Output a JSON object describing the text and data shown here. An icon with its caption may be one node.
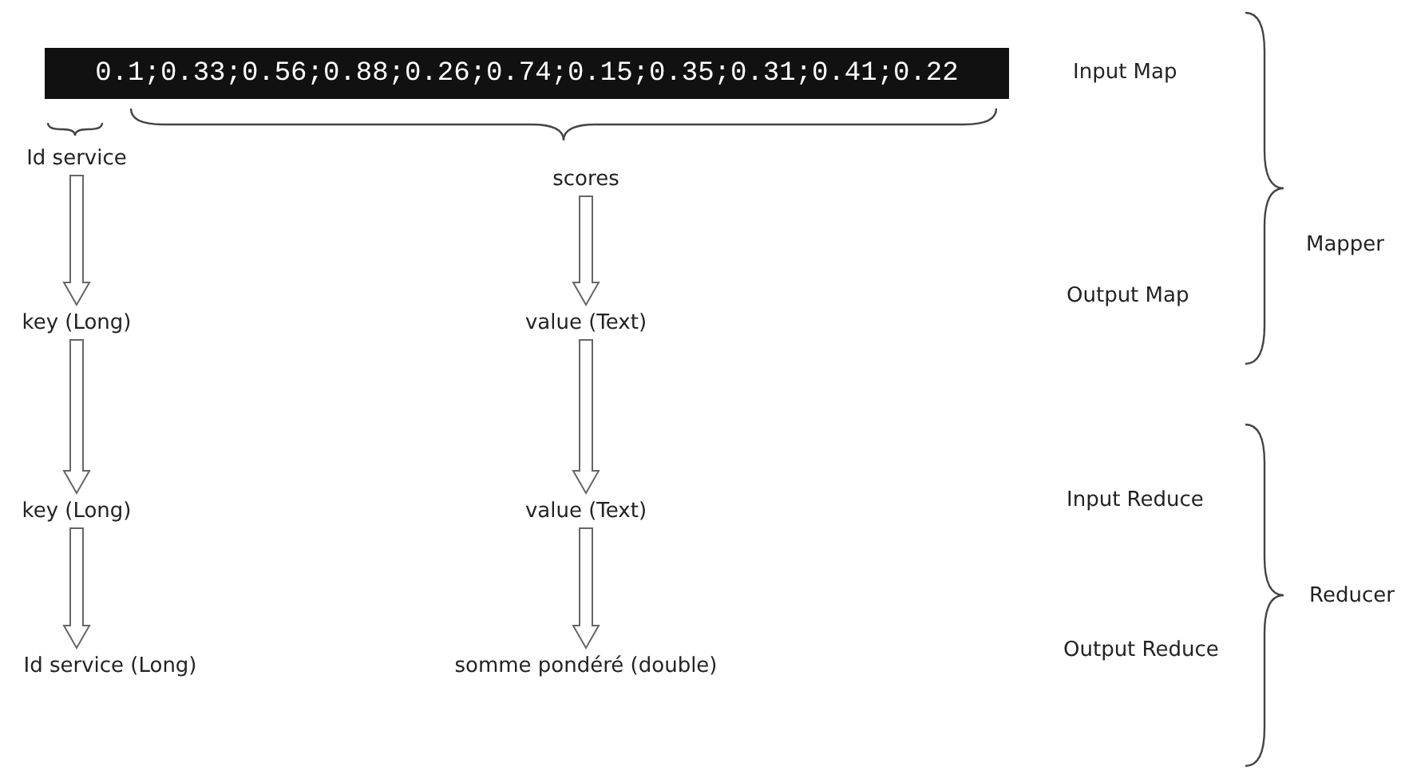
{
  "diagram": {
    "nodes": [
      {
        "text": [
          "0.1;0.33;0.56;0.88;0.26;0.74;0.15;0.35;0.31;0.41;0.22"
        ]
      },
      {
        "text": [
          "Id service"
        ]
      },
      {
        "text": [
          "scores"
        ]
      },
      {
        "text": [
          "key (Long)"
        ]
      },
      {
        "text": [
          "value (Text)"
        ]
      },
      {
        "text": [
          "key (Long)"
        ]
      },
      {
        "text": [
          "value (Text)"
        ]
      },
      {
        "text": [
          "Id service (Long)"
        ]
      },
      {
        "text": [
          "somme pondéré (double)"
        ]
      }
    ],
    "edges": [
      {
        "from": 1,
        "to": 3,
        "arrow": "to"
      },
      {
        "from": 3,
        "to": 5,
        "arrow": "to"
      },
      {
        "from": 5,
        "to": 7,
        "arrow": "to"
      },
      {
        "from": 2,
        "to": 4,
        "arrow": "to"
      },
      {
        "from": 4,
        "to": 6,
        "arrow": "to"
      },
      {
        "from": 6,
        "to": 8,
        "arrow": "to"
      }
    ],
    "labels": [
      "Input Map",
      "Mapper",
      "Output Map",
      "Input Reduce",
      "Reducer",
      "Output Reduce"
    ]
  }
}
